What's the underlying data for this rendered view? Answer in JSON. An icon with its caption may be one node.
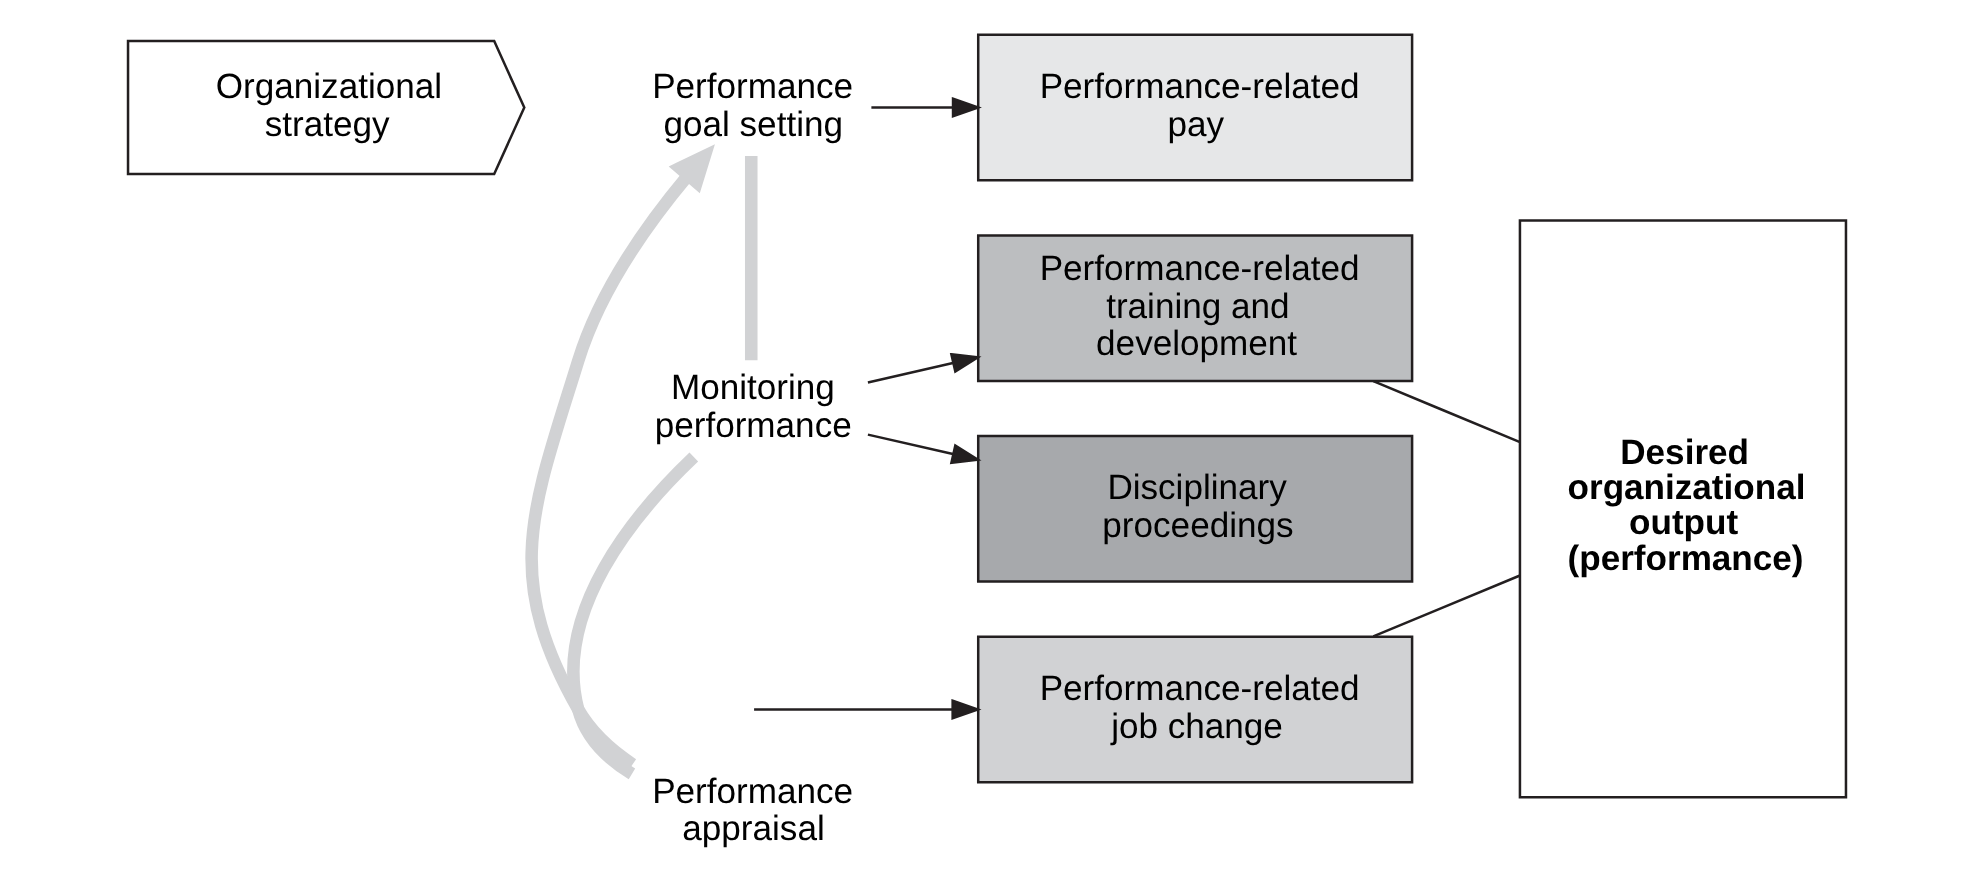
{
  "diagram": {
    "nodes": [
      {
        "text": [
          "Organizational strategy"
        ]
      },
      {
        "text": [
          "Performance goal setting"
        ]
      },
      {
        "text": [
          "Monitoring performance"
        ]
      },
      {
        "text": [
          "Performance appraisal"
        ]
      },
      {
        "text": [
          "Performance-related pay"
        ]
      },
      {
        "text": [
          "Performance-related job change"
        ]
      },
      {
        "text": [
          "Performance-related training and development"
        ]
      },
      {
        "text": [
          "Disciplinary proceedings"
        ]
      },
      {
        "text": [
          "Desired organizational output (performance)"
        ]
      }
    ],
    "edges": [
      {
        "from": 1,
        "to": 2,
        "arrow": "none",
        "style": "thick",
        "color": "#d1d2d4"
      },
      {
        "from": 2,
        "to": 3,
        "arrow": "none",
        "style": "thick",
        "color": "#d1d2d4"
      },
      {
        "from": 3,
        "to": 1,
        "arrow": "to",
        "style": "thick",
        "color": "#d1d2d4"
      },
      {
        "from": 1,
        "to": 4,
        "arrow": "to"
      },
      {
        "from": null,
        "to": 5,
        "arrow": "to"
      },
      {
        "from": 2,
        "to": 6,
        "arrow": "to"
      },
      {
        "from": 2,
        "to": 7,
        "arrow": "to"
      },
      {
        "from": 5,
        "to": 8,
        "arrow": "none"
      },
      {
        "from": 6,
        "to": 8,
        "arrow": "none"
      }
    ]
  }
}
